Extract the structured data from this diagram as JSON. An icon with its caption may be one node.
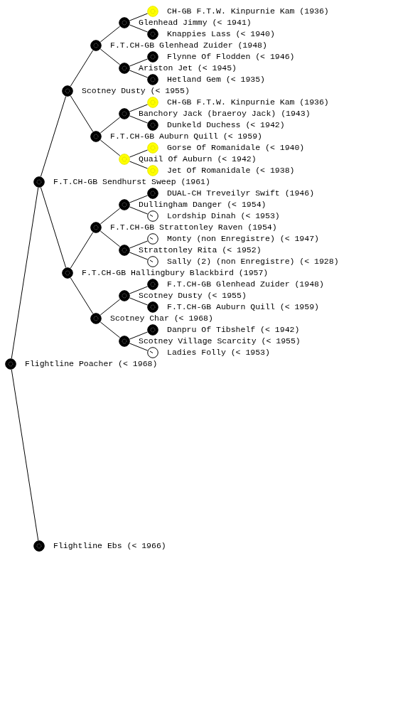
{
  "diagram": {
    "nodes": [
      {
        "text": [
          "CH-GB F.T.W. Kinpurnie Kam (1936)"
        ]
      },
      {
        "text": [
          "Glenhead Jimmy (< 1941)"
        ]
      },
      {
        "text": [
          "Knappies Lass (< 1940)"
        ]
      },
      {
        "text": [
          "F.T.CH-GB Glenhead Zuider (1948)"
        ]
      },
      {
        "text": [
          "Flynne Of Flodden (< 1946)"
        ]
      },
      {
        "text": [
          "Ariston Jet (< 1945)"
        ]
      },
      {
        "text": [
          "Hetland Gem (< 1935)"
        ]
      },
      {
        "text": [
          "Scotney Dusty (< 1955)"
        ]
      },
      {
        "text": [
          "CH-GB F.T.W. Kinpurnie Kam (1936)"
        ]
      },
      {
        "text": [
          "Banchory Jack (braeroy Jack) (1943)"
        ]
      },
      {
        "text": [
          "Dunkeld Duchess (< 1942)"
        ]
      },
      {
        "text": [
          "F.T.CH-GB Auburn Quill (< 1959)"
        ]
      },
      {
        "text": [
          "Gorse Of Romanidale (< 1940)"
        ]
      },
      {
        "text": [
          "Quail Of Auburn (< 1942)"
        ]
      },
      {
        "text": [
          "Jet Of Romanidale (< 1938)"
        ]
      },
      {
        "text": [
          "F.T.CH-GB Sendhurst Sweep (1961)"
        ]
      },
      {
        "text": [
          "DUAL-CH Treveilyr Swift (1946)"
        ]
      },
      {
        "text": [
          "Dullingham Danger (< 1954)"
        ]
      },
      {
        "text": [
          "Lordship Dinah (< 1953)"
        ]
      },
      {
        "text": [
          "F.T.CH-GB Strattonley Raven (1954)"
        ]
      },
      {
        "text": [
          "Monty (non Enregistre) (< 1947)"
        ]
      },
      {
        "text": [
          "Strattonley Rita (< 1952)"
        ]
      },
      {
        "text": [
          "Sally (2) (non Enregistre) (< 1928)"
        ]
      },
      {
        "text": [
          "F.T.CH-GB Hallingbury Blackbird (1957)"
        ]
      },
      {
        "text": [
          "F.T.CH-GB Glenhead Zuider (1948)"
        ]
      },
      {
        "text": [
          "Scotney Dusty (< 1955)"
        ]
      },
      {
        "text": [
          "F.T.CH-GB Auburn Quill (< 1959)"
        ]
      },
      {
        "text": [
          "Scotney Char (< 1968)"
        ]
      },
      {
        "text": [
          "Danpru Of Tibshelf (< 1942)"
        ]
      },
      {
        "text": [
          "Scotney Village Scarcity (< 1955)"
        ]
      },
      {
        "text": [
          "Ladies Folly (< 1953)"
        ]
      },
      {
        "text": [
          "Flightline Poacher (< 1968)"
        ]
      },
      {
        "text": [
          "Flightline Ebs (< 1966)"
        ]
      }
    ],
    "edges": [
      {
        "from": 31,
        "to": 15,
        "arrow": "none"
      },
      {
        "from": 31,
        "to": 32,
        "arrow": "none"
      },
      {
        "from": 15,
        "to": 7,
        "arrow": "none"
      },
      {
        "from": 15,
        "to": 23,
        "arrow": "none"
      },
      {
        "from": 7,
        "to": 3,
        "arrow": "none"
      },
      {
        "from": 7,
        "to": 11,
        "arrow": "none"
      },
      {
        "from": 3,
        "to": 1,
        "arrow": "none"
      },
      {
        "from": 3,
        "to": 5,
        "arrow": "none"
      },
      {
        "from": 1,
        "to": 0,
        "arrow": "none"
      },
      {
        "from": 1,
        "to": 2,
        "arrow": "none"
      },
      {
        "from": 5,
        "to": 4,
        "arrow": "none"
      },
      {
        "from": 5,
        "to": 6,
        "arrow": "none"
      },
      {
        "from": 11,
        "to": 9,
        "arrow": "none"
      },
      {
        "from": 11,
        "to": 13,
        "arrow": "none"
      },
      {
        "from": 9,
        "to": 8,
        "arrow": "none"
      },
      {
        "from": 9,
        "to": 10,
        "arrow": "none"
      },
      {
        "from": 13,
        "to": 12,
        "arrow": "none"
      },
      {
        "from": 13,
        "to": 14,
        "arrow": "none"
      },
      {
        "from": 23,
        "to": 19,
        "arrow": "none"
      },
      {
        "from": 23,
        "to": 27,
        "arrow": "none"
      },
      {
        "from": 19,
        "to": 17,
        "arrow": "none"
      },
      {
        "from": 19,
        "to": 21,
        "arrow": "none"
      },
      {
        "from": 17,
        "to": 16,
        "arrow": "none"
      },
      {
        "from": 17,
        "to": 18,
        "arrow": "none"
      },
      {
        "from": 21,
        "to": 20,
        "arrow": "none"
      },
      {
        "from": 21,
        "to": 22,
        "arrow": "none"
      },
      {
        "from": 27,
        "to": 25,
        "arrow": "none"
      },
      {
        "from": 27,
        "to": 29,
        "arrow": "none"
      },
      {
        "from": 25,
        "to": 24,
        "arrow": "none"
      },
      {
        "from": 25,
        "to": 26,
        "arrow": "none"
      },
      {
        "from": 29,
        "to": 28,
        "arrow": "none"
      },
      {
        "from": 29,
        "to": 30,
        "arrow": "none"
      }
    ]
  }
}
